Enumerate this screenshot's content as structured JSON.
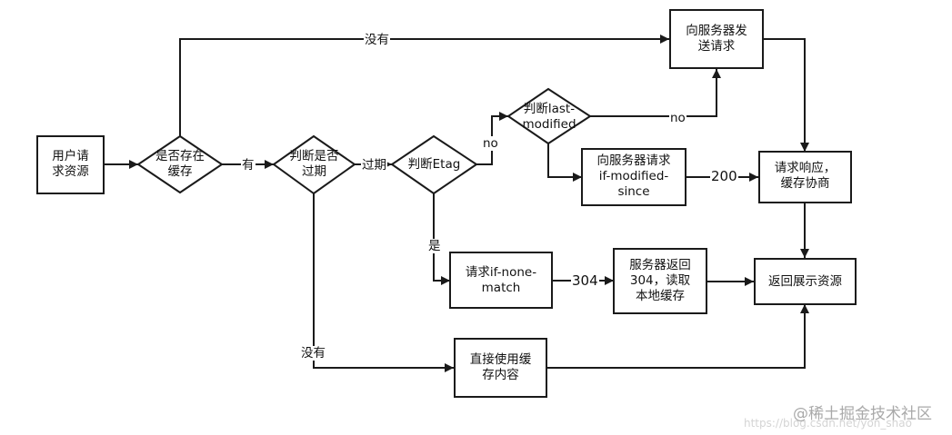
{
  "diagram": {
    "nodes": {
      "user_request": "用户请\n求资源",
      "has_cache": "是否存在\n缓存",
      "is_expired": "判断是否\n过期",
      "check_etag": "判断Etag",
      "check_last_modified": "判断last-\nmodified",
      "send_to_server": "向服务器发\n送请求",
      "request_if_modified_since": "向服务器请求\nif-modified-\nsince",
      "request_response_cache": "请求响应，\n缓存协商",
      "request_if_none_match": "请求if-none-\nmatch",
      "server_returns_304": "服务器返回\n304，读取\n本地缓存",
      "return_show_resource": "返回展示资源",
      "use_cache_directly": "直接使用缓\n存内容"
    },
    "edges": {
      "no_cache": "没有",
      "has": "有",
      "expired": "过期",
      "not_expired": "没有",
      "etag_no": "no",
      "etag_yes": "是",
      "last_modified_no": "no",
      "status_200": "200",
      "status_304": "304"
    }
  },
  "watermark": {
    "brand": "@稀土掘金技术社区",
    "url": "https://blog.csdn.net/yon_shao"
  },
  "colors": {
    "stroke": "#1a1a1a",
    "background": "#ffffff",
    "watermark": "#a9a9a9"
  }
}
